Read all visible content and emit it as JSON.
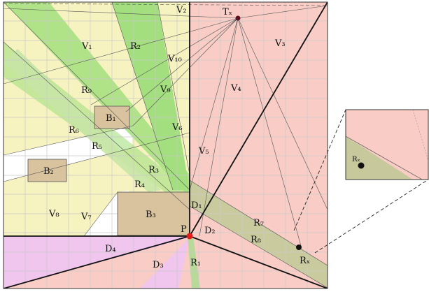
{
  "colors": {
    "pink": "#f9cdc6",
    "yellow": "#f7f3c0",
    "green": "#a3df7e",
    "green_light": "#c7e6a6",
    "olive": "#c7c99d",
    "magenta": "#f0c5ee",
    "building": "#d9c39e",
    "white": "#ffffff",
    "grid": "#c9c9c9",
    "red_point": "#e41c1c",
    "dark": "#111111"
  },
  "labels": {
    "v1": "V₁",
    "v2": "V₂",
    "v3": "V₃",
    "v4": "V₄",
    "v5": "V₅",
    "v6": "V₆",
    "v7": "V₇",
    "v8": "V₈",
    "v9": "V₉",
    "v10": "V₁₀",
    "r1": "R₁",
    "r2": "R₂",
    "r3": "R₃",
    "r4": "R₄",
    "r5": "R₅",
    "r6": "R₆",
    "r7": "R₇",
    "r8": "R₈",
    "r9": "R₉",
    "b1": "B₁",
    "b2": "B₂",
    "b3": "B₃",
    "d1": "D₁",
    "d2": "D₂",
    "d3": "D₃",
    "d4": "D₄",
    "p": "P",
    "tx": "Tₓ",
    "rx": "Rₓ",
    "rx_inset": "Rₓ"
  }
}
